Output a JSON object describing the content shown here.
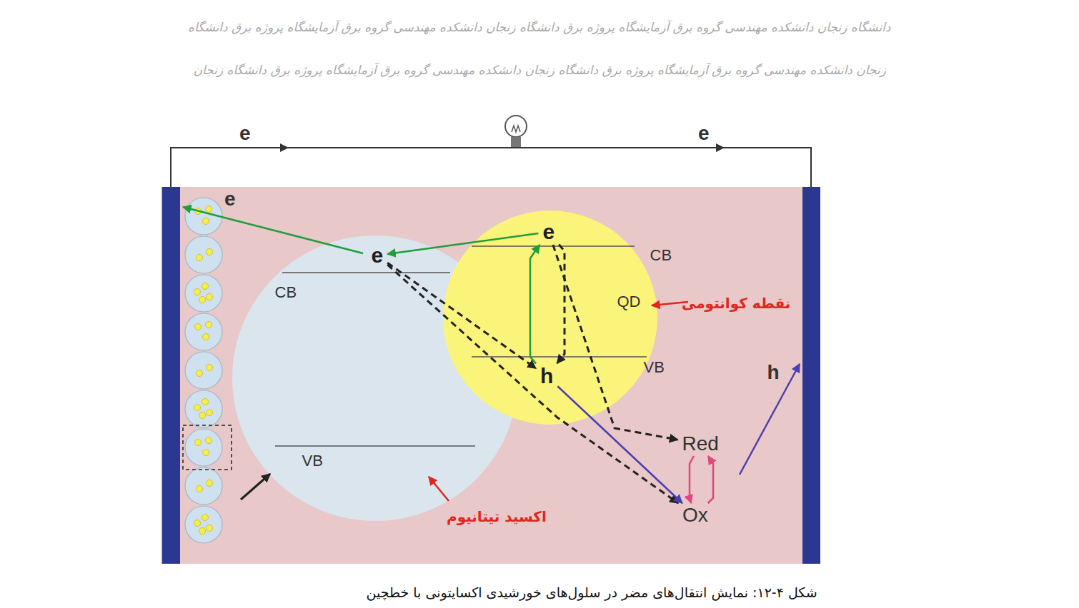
{
  "diagram": {
    "caption": "شکل ۴-۱۲: نمایش انتقال‌های مضر در سلول‌های خورشیدی اکسایتونی با خطچین",
    "nodes": [
      {
        "text": [
          "CB",
          "VB",
          "اکسید تیتانیوم"
        ]
      },
      {
        "text": [
          "e"
        ],
        "in": 0
      },
      {
        "text": [
          "CB",
          "VB",
          "QD",
          "نقطه کوانتومی"
        ]
      },
      {
        "text": [
          "e"
        ],
        "in": 2
      },
      {
        "text": [
          "h"
        ],
        "in": 2
      },
      {
        "text": [
          "Red"
        ]
      },
      {
        "text": [
          "Ox"
        ]
      }
    ],
    "edges": [
      {
        "from": 3,
        "to": 1,
        "arrow": "to"
      },
      {
        "from": 4,
        "to": 3,
        "arrow": "to"
      },
      {
        "from": 3,
        "to": 4,
        "arrow": "to"
      },
      {
        "from": 1,
        "to": 4,
        "arrow": "to"
      },
      {
        "from": 1,
        "to": 6,
        "arrow": "to"
      },
      {
        "from": 3,
        "to": 5,
        "arrow": "to"
      },
      {
        "from": 4,
        "to": 6,
        "arrow": "to"
      },
      {
        "from": 5,
        "to": 6,
        "arrow": "to"
      },
      {
        "from": 6,
        "to": 5,
        "arrow": "to"
      }
    ],
    "labels": [
      "e",
      "e",
      "e",
      "h",
      "دانشگاه زنجان دانشکده مهندسی گروه برق آزمایشگاه پروژه برق دانشگاه زنجان دانشکده مهندسی گروه برق آزمایشگاه پروژه برق دانشگاه",
      "زنجان دانشکده مهندسی گروه برق آزمایشگاه پروژه برق دانشگاه زنجان دانشکده مهندسی گروه برق آزمایشگاه پروژه برق دانشگاه زنجان"
    ]
  }
}
